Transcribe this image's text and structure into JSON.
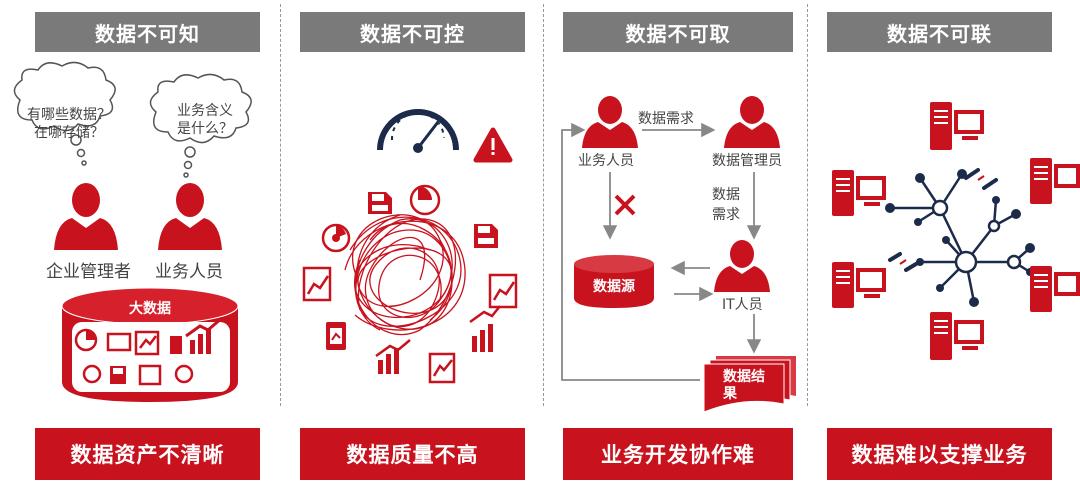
{
  "panels": [
    {
      "title": "数据不可知",
      "footer": "数据资产不清晰"
    },
    {
      "title": "数据不可控",
      "footer": "数据质量不高"
    },
    {
      "title": "数据不可取",
      "footer": "业务开发协作难"
    },
    {
      "title": "数据不可联",
      "footer": "数据难以支撑业务"
    }
  ],
  "p1": {
    "bubble1_line1": "有哪些数据？",
    "bubble1_line2": "在哪存储？",
    "bubble2_line1": "业务含义",
    "bubble2_line2": "是什么？",
    "person1": "企业管理者",
    "person2": "业务人员",
    "db_label": "大数据"
  },
  "p3": {
    "biz_person": "业务人员",
    "data_manager": "数据管理员",
    "data_request_h": "数据需求",
    "data_request_v1": "数据",
    "data_request_v2": "需求",
    "data_source": "数据源",
    "it_person": "IT人员",
    "result_line1": "数据结",
    "result_line2": "果"
  },
  "colors": {
    "red": "#c8121e",
    "gray": "#7a7a7a",
    "navy": "#1c2b4a"
  }
}
